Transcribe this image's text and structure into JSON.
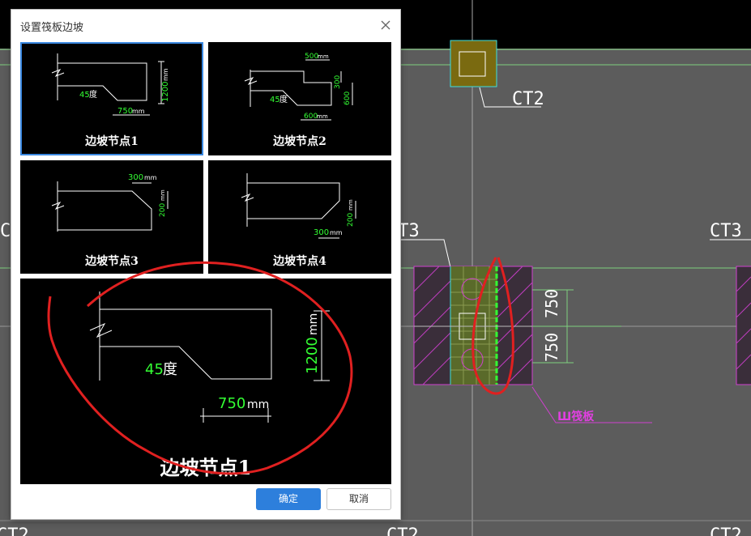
{
  "dialog": {
    "title": "设置筏板边坡",
    "ok_label": "确定",
    "cancel_label": "取消",
    "nodes": [
      {
        "caption": "边坡节点1",
        "angle": "45",
        "angle_unit": "度",
        "height": "1200",
        "width": "750",
        "unit": "mm"
      },
      {
        "caption": "边坡节点2",
        "angle": "45",
        "angle_unit": "度",
        "top_width": "500",
        "step_height": "300",
        "height": "600",
        "bottom_width": "600",
        "unit": "mm"
      },
      {
        "caption": "边坡节点3",
        "width": "300",
        "height": "200",
        "unit": "mm"
      },
      {
        "caption": "边坡节点4",
        "width": "300",
        "height": "200",
        "unit": "mm"
      }
    ],
    "preview": {
      "caption": "边坡节点1",
      "angle": "45",
      "angle_unit": "度",
      "height": "1200",
      "width": "750",
      "unit": "mm"
    }
  },
  "cad": {
    "labels": [
      "CT2",
      "CT3",
      "CT3",
      "CT2",
      "CT2"
    ],
    "dims": [
      "750",
      "750"
    ],
    "magenta_label": "Ш筏板"
  },
  "colors": {
    "accent": "#2d7fdc",
    "dim_text": "#33ff33",
    "cad_bg": "#5c5c5c",
    "annotation": "#e02020"
  }
}
